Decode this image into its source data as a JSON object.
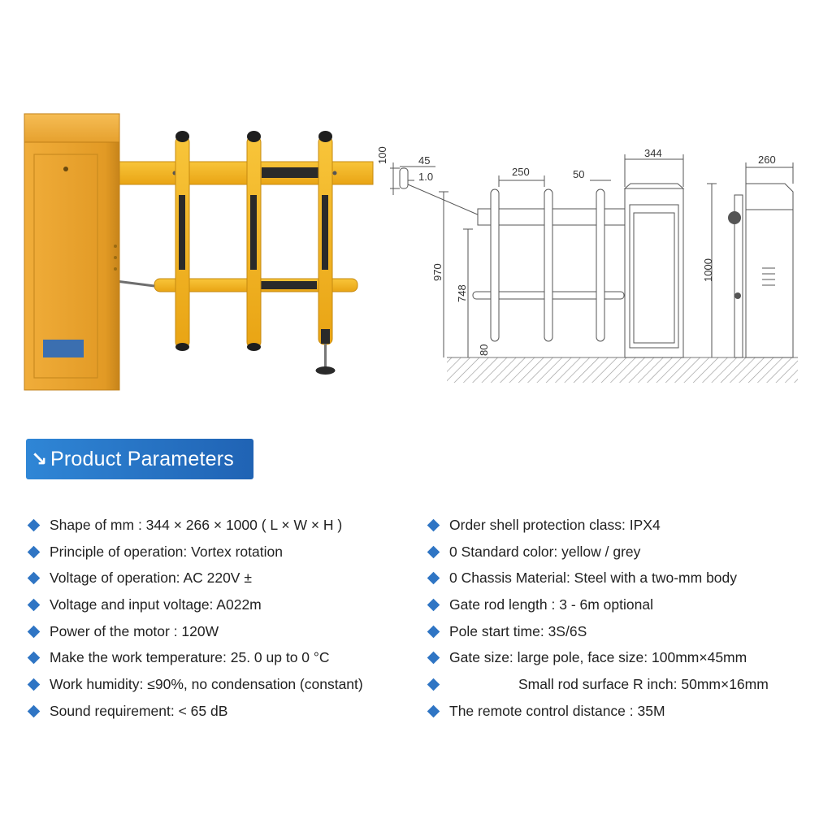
{
  "dimensions": {
    "d100": "100",
    "d45": "45",
    "d1_0": "1.0",
    "d250": "250",
    "d50": "50",
    "d344": "344",
    "d260": "260",
    "d970": "970",
    "d748": "748",
    "d1000": "1000",
    "d80": "80"
  },
  "header": {
    "arrow_icon": "↘",
    "title": "Product Parameters"
  },
  "params": {
    "left": [
      {
        "text": "Shape of mm : 344 × 266 × 1000 ( L × W × H )"
      },
      {
        "text": "Principle of operation: Vortex rotation"
      },
      {
        "text": "Voltage of operation: AC 220V ±"
      },
      {
        "text": "Voltage and input voltage: A022m"
      },
      {
        "text": "Power of the motor : 120W"
      },
      {
        "text": "Make the work temperature: 25. 0 up to 0 °C"
      },
      {
        "text": "Work humidity: ≤90%, no condensation (constant)"
      },
      {
        "text": "Sound requirement: < 65 dB"
      }
    ],
    "right": [
      {
        "text": "Order shell protection class: IPX4"
      },
      {
        "text": "0 Standard color: yellow / grey"
      },
      {
        "text": "0 Chassis Material: Steel with a two-mm body"
      },
      {
        "text": "Gate rod length : 3 - 6m optional"
      },
      {
        "text": "Pole start time: 3S/6S"
      },
      {
        "text": "Gate size:  large pole, face size: 100mm×45mm"
      },
      {
        "text": "Small rod surface R inch: 50mm×16mm"
      },
      {
        "text": "The remote control distance : 35M"
      }
    ]
  },
  "colors": {
    "barrier_body": "#e8a12b",
    "barrier_arm": "#f2b01e",
    "header_blue": "#2f86d6",
    "bullet_blue": "#2f75c4"
  }
}
